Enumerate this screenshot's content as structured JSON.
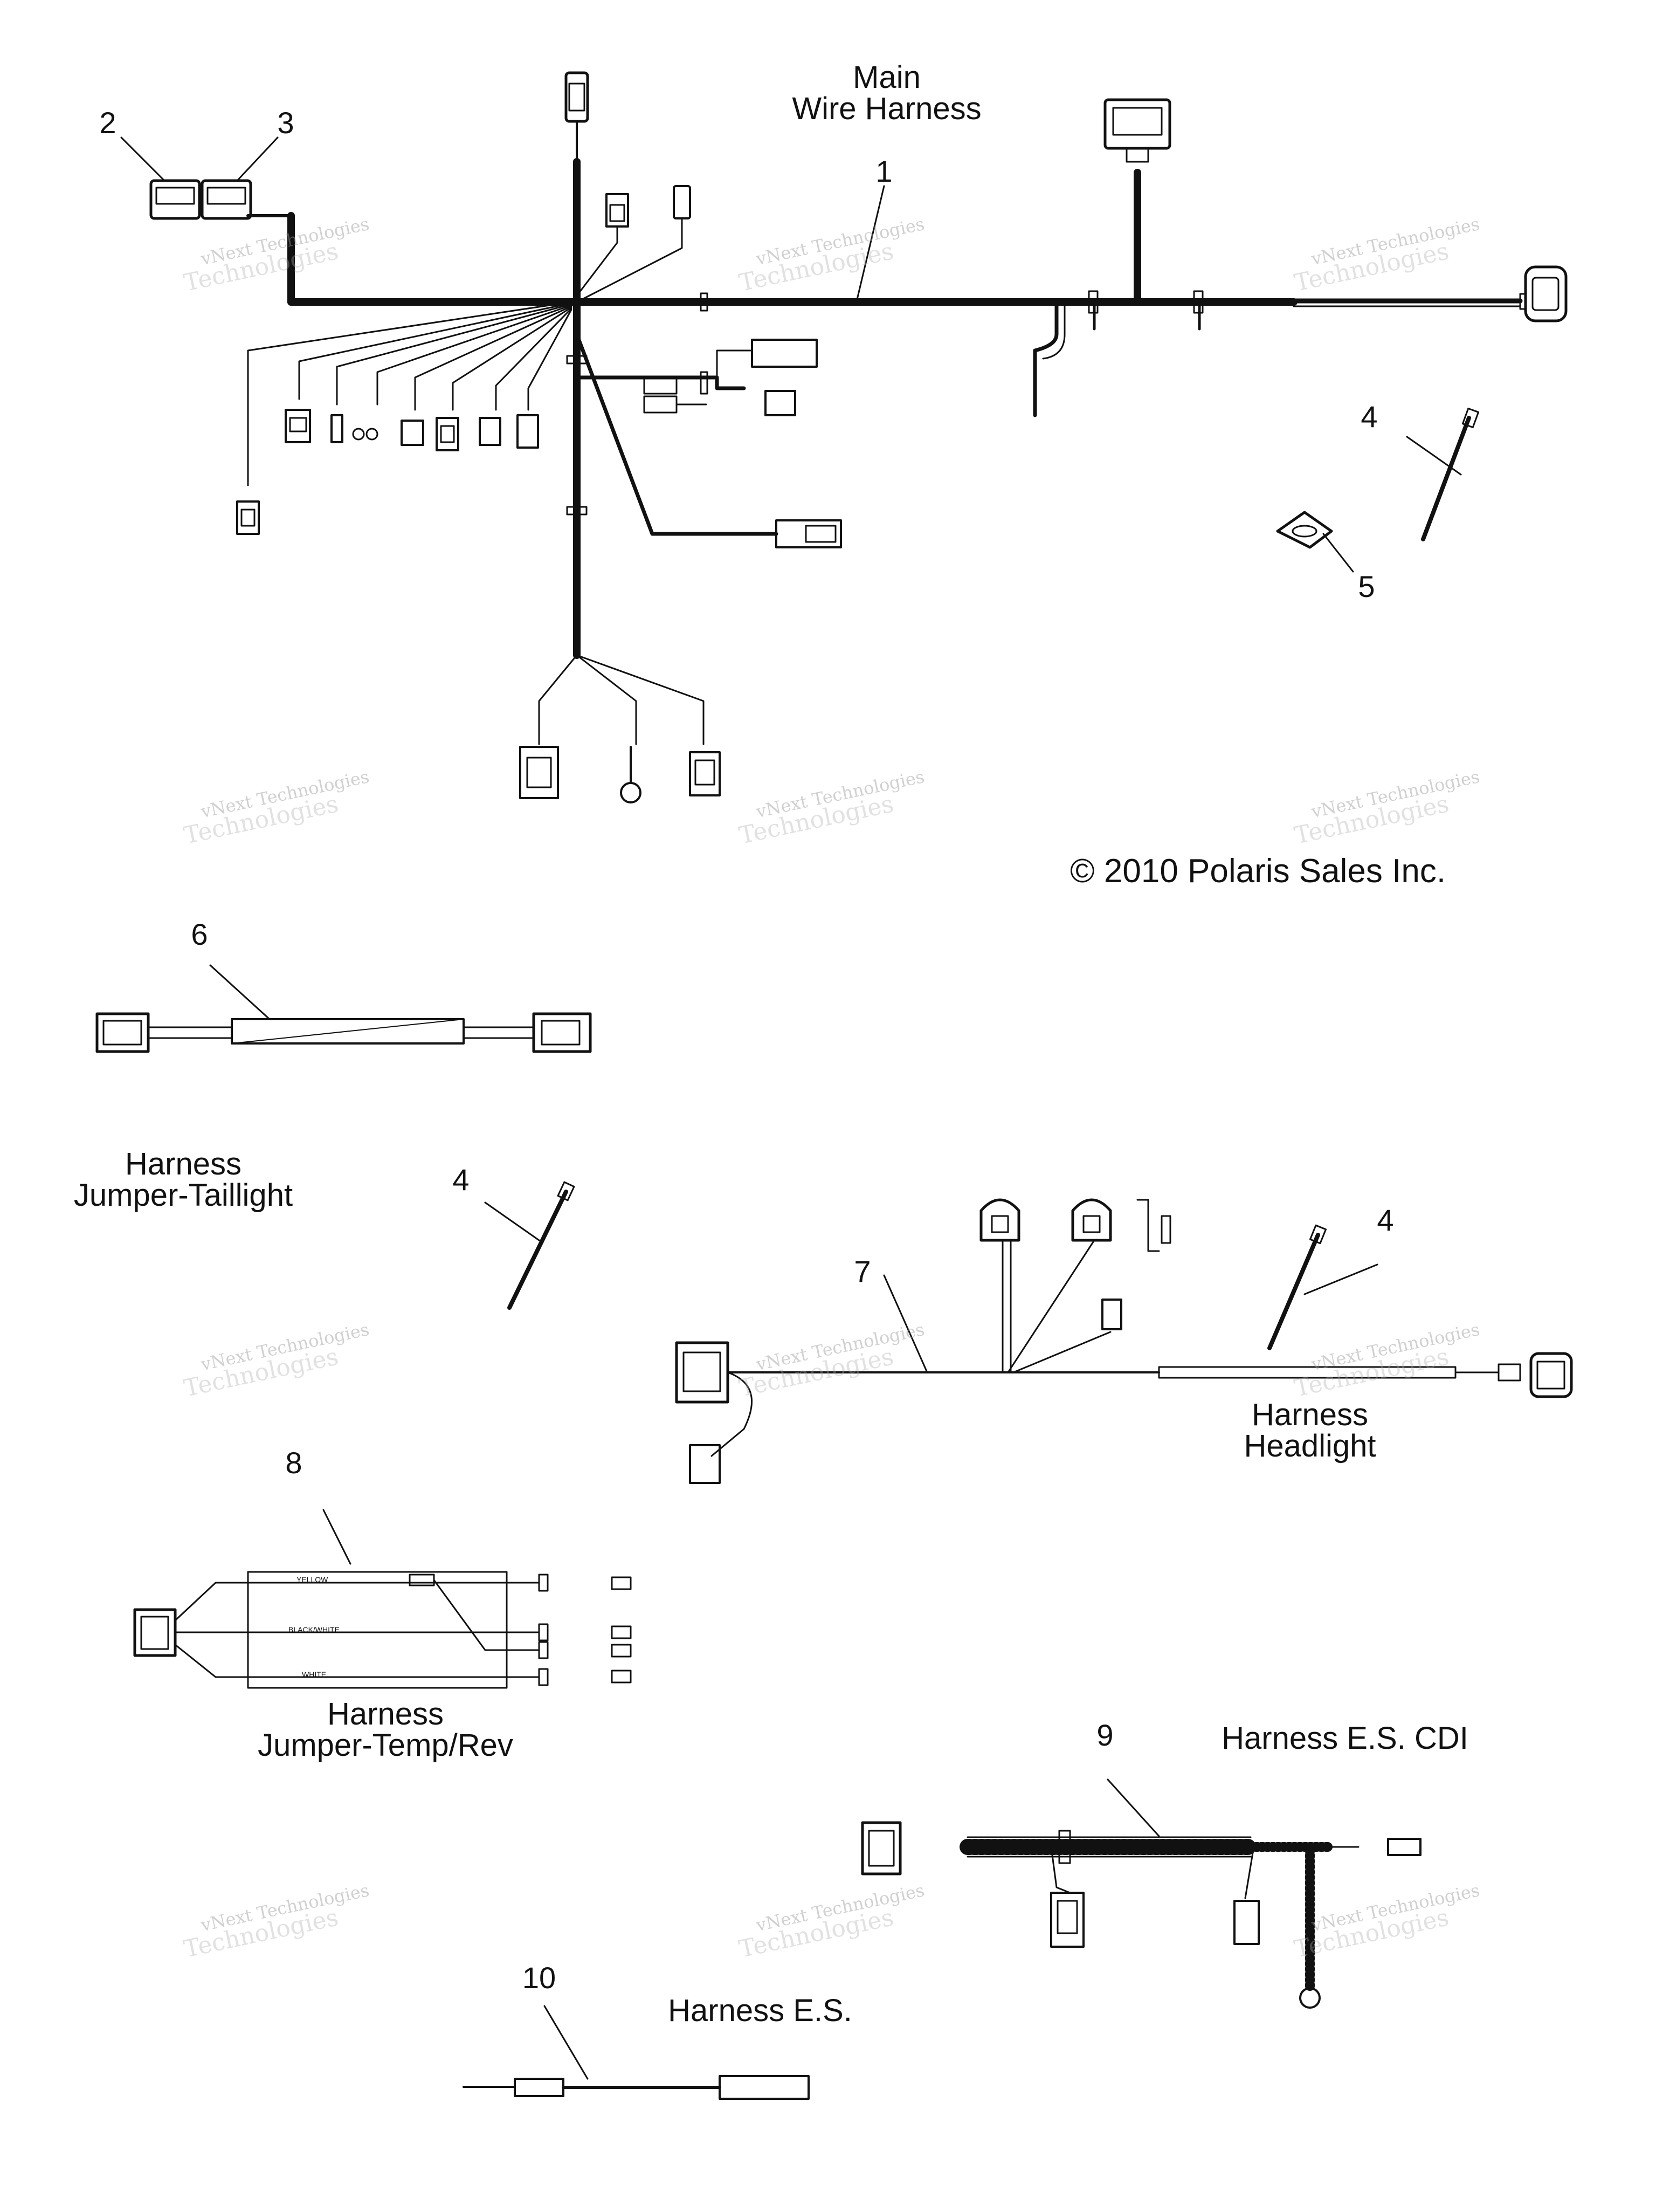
{
  "diagram": {
    "titles": {
      "main": [
        "Main",
        "Wire Harness"
      ],
      "jumper_taillight": [
        "Harness",
        "Jumper-Taillight"
      ],
      "headlight": [
        "Harness",
        "Headlight"
      ],
      "jumper_temp_rev": [
        "Harness",
        "Jumper-Temp/Rev"
      ],
      "es_cdi": "Harness E.S. CDI",
      "es": "Harness E.S."
    },
    "copyright": "© 2010 Polaris Sales Inc.",
    "callouts": {
      "c1": "1",
      "c2": "2",
      "c3": "3",
      "c4a": "4",
      "c4b": "4",
      "c4c": "4",
      "c5": "5",
      "c6": "6",
      "c7": "7",
      "c8": "8",
      "c9": "9",
      "c10": "10"
    },
    "wire_labels": {
      "yellow": "YELLOW",
      "black_white": "BLACK/WHITE",
      "white": "WHITE"
    },
    "watermark": {
      "line1": "vNext Technologies",
      "line2": "Technologies"
    }
  }
}
